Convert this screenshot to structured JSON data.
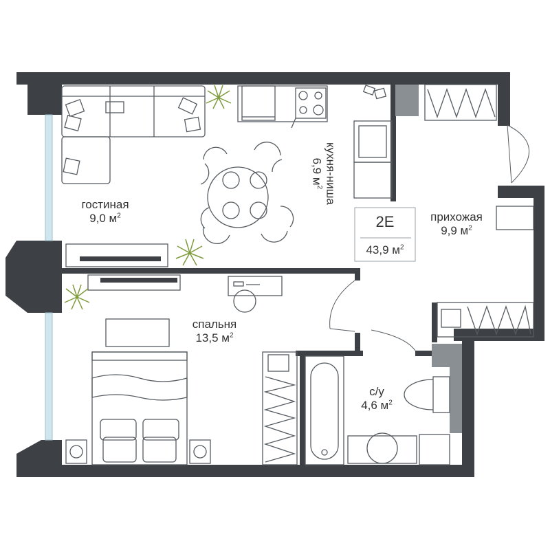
{
  "apartment": {
    "code": "2E",
    "total_area_value": "43,9 м",
    "area_power": "2"
  },
  "rooms": {
    "living": {
      "name": "гостиная",
      "area": "9,0 м",
      "power": "2"
    },
    "kitchen": {
      "name": "кухня-ниша",
      "area": "6,9 м",
      "power": "2"
    },
    "hall": {
      "name": "прихожая",
      "area": "9,9 м",
      "power": "2"
    },
    "bedroom": {
      "name": "спальня",
      "area": "13,5 м",
      "power": "2"
    },
    "bathroom": {
      "name": "с/у",
      "area": "4,6 м",
      "power": "2"
    }
  },
  "colors": {
    "wall": "#3d4145",
    "window": "#cfe6ee",
    "furniture_line": "#555b60",
    "plant": "#7e9a3c",
    "text": "#333333"
  }
}
